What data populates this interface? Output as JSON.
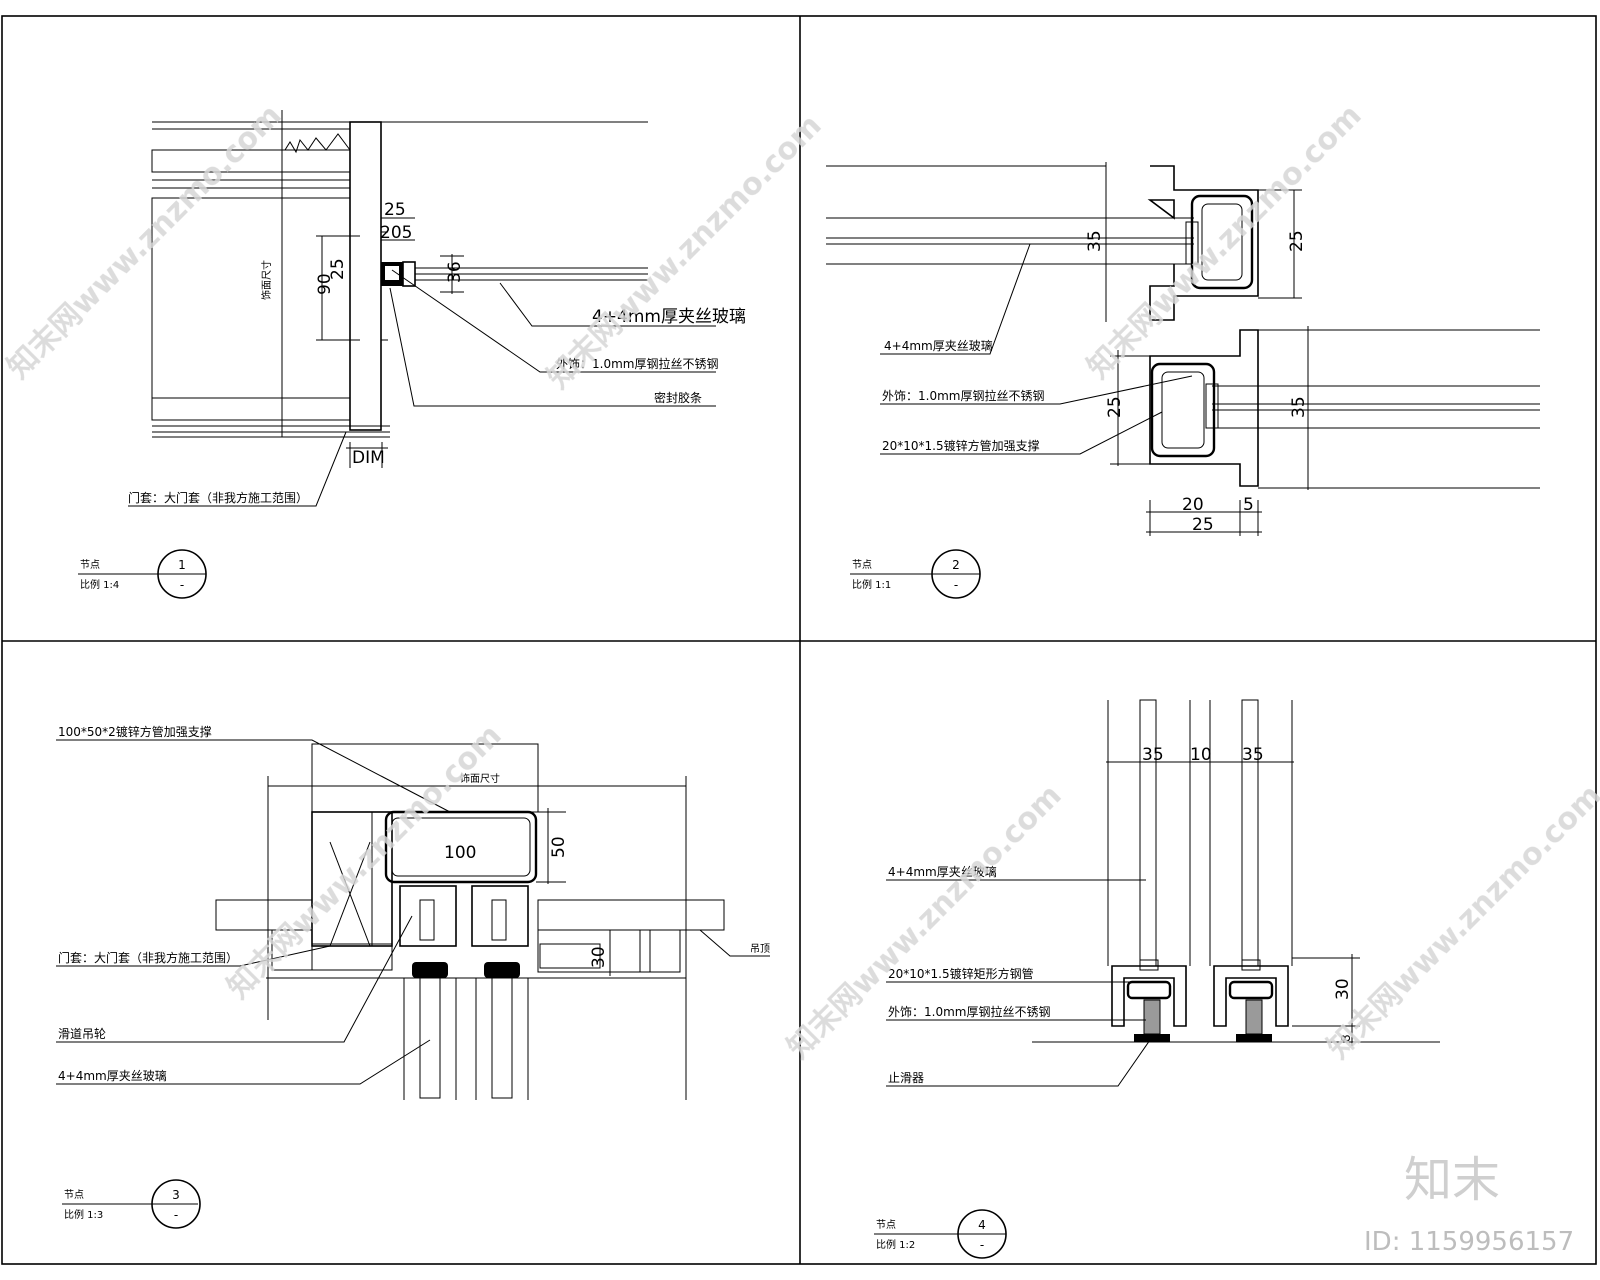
{
  "watermark": {
    "text": "知末网www.znzmo.com",
    "brand": "知末",
    "id_label": "ID: 1159956157"
  },
  "panel1": {
    "dims": {
      "d25": "25",
      "d205": "205",
      "d25b": "25",
      "d90": "90",
      "d36": "36",
      "dim_box": "DIM",
      "facing_size": "饰面尺寸"
    },
    "callouts": {
      "glass": "4+4mm厚夹丝玻璃",
      "finish": "外饰：1.0mm厚钢拉丝不锈钢",
      "seal": "密封胶条",
      "door": "门套：大门套（非我方施工范围）"
    },
    "title": {
      "name": "节点",
      "scale": "比例 1:4",
      "num": "1",
      "sheet": "-"
    }
  },
  "panel2": {
    "dims": {
      "d35a": "35",
      "d25a": "25",
      "d25b": "25",
      "d35b": "35",
      "d20": "20",
      "d5": "5",
      "d25c": "25"
    },
    "callouts": {
      "glass": "4+4mm厚夹丝玻璃",
      "finish": "外饰：1.0mm厚钢拉丝不锈钢",
      "tube": "20*10*1.5镀锌方管加强支撑"
    },
    "title": {
      "name": "节点",
      "scale": "比例 1:1",
      "num": "2",
      "sheet": "-"
    }
  },
  "panel3": {
    "dims": {
      "d100": "100",
      "d50": "50",
      "d30": "30",
      "facing_size": "饰面尺寸"
    },
    "callouts": {
      "beam": "100*50*2镀锌方管加强支撑",
      "door": "门套：大门套（非我方施工范围）",
      "wheel": "滑道吊轮",
      "glass": "4+4mm厚夹丝玻璃",
      "ceiling": "吊顶"
    },
    "title": {
      "name": "节点",
      "scale": "比例 1:3",
      "num": "3",
      "sheet": "-"
    }
  },
  "panel4": {
    "dims": {
      "d35a": "35",
      "d10": "10",
      "d35b": "35",
      "d30": "30",
      "d8": "8"
    },
    "callouts": {
      "glass": "4+4mm厚夹丝玻璃",
      "tube": "20*10*1.5镀锌矩形方钢管",
      "finish": "外饰：1.0mm厚钢拉丝不锈钢",
      "stop": "止滑器"
    },
    "title": {
      "name": "节点",
      "scale": "比例 1:2",
      "num": "4",
      "sheet": "-"
    }
  }
}
